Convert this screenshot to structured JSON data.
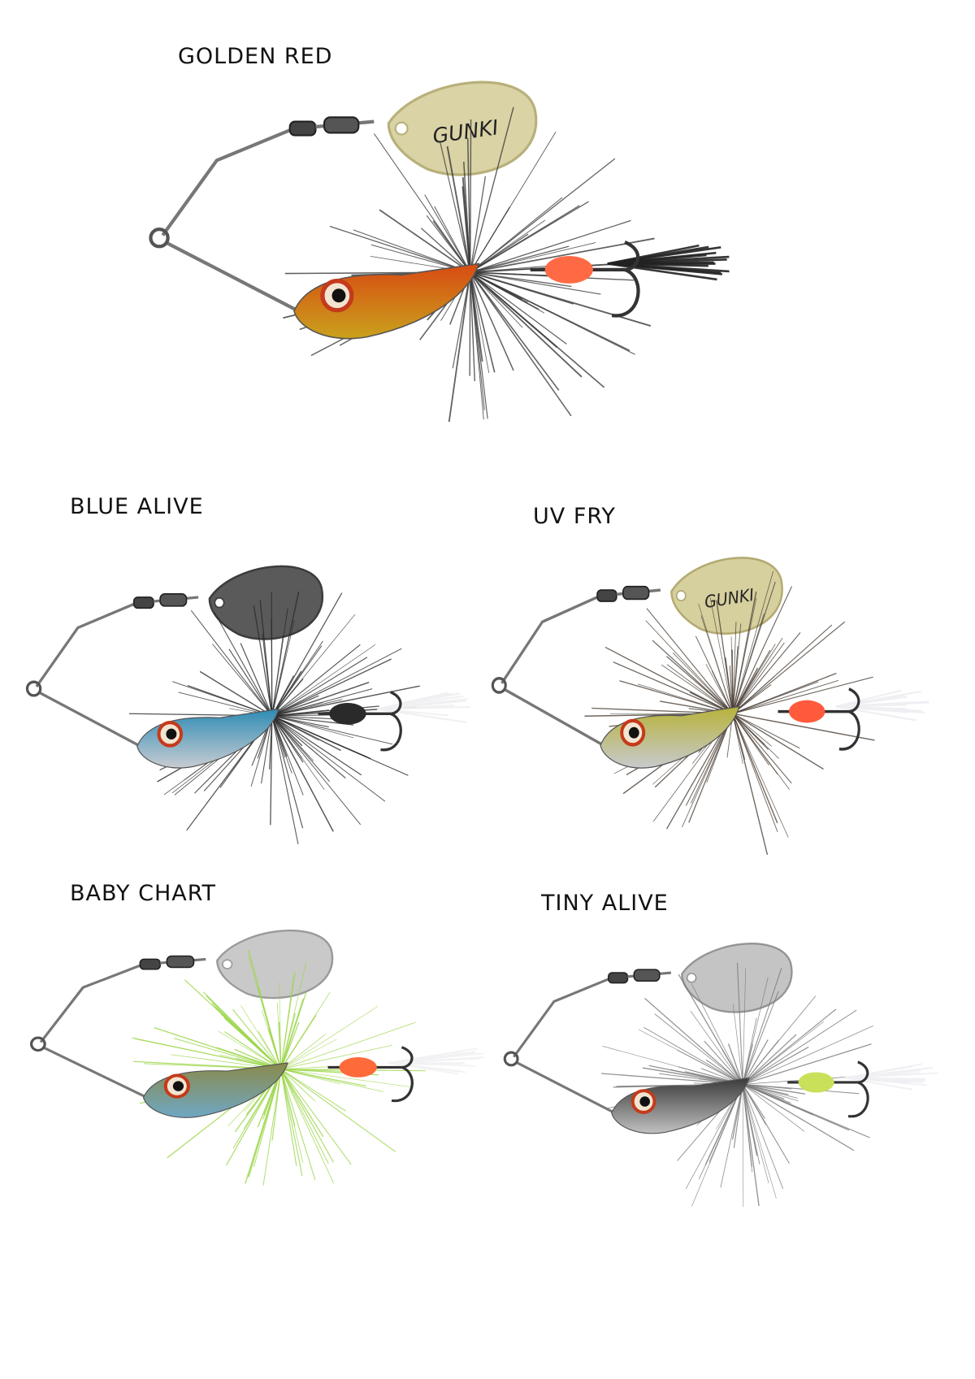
{
  "lures": [
    {
      "name": "GOLDEN RED",
      "logo": "GUNKI",
      "blade": "#d9d3a6",
      "blade_edge": "#b8b07a",
      "head_top": "#d84a12",
      "head_bottom": "#c9a21c",
      "fiber": "#3a3a3a",
      "chenille": "#ff6a45",
      "tail": "#222222"
    },
    {
      "name": "BLUE ALIVE",
      "logo": "",
      "blade": "#5a5a5a",
      "blade_edge": "#3c3c3c",
      "head_top": "#2e8bb5",
      "head_bottom": "#c8ccd2",
      "fiber": "#2a2a2a",
      "chenille": "#2a2a2a",
      "tail": "#f0f0f2"
    },
    {
      "name": "UV FRY",
      "logo": "GUNKI",
      "blade": "#d6cf9e",
      "blade_edge": "#b3aa72",
      "head_top": "#b8b23a",
      "head_bottom": "#c7cacd",
      "fiber": "#4a3f36",
      "chenille": "#ff5a3c",
      "tail": "#eeeef3"
    },
    {
      "name": "BABY CHART",
      "logo": "",
      "blade": "#c9c9c9",
      "blade_edge": "#9a9a9a",
      "head_top": "#8a8a4a",
      "head_bottom": "#6fa7c4",
      "fiber": "#9cd64a",
      "chenille": "#ff6a3a",
      "tail": "#f2f2f4"
    },
    {
      "name": "TINY ALIVE",
      "logo": "",
      "blade": "#c4c4c4",
      "blade_edge": "#949494",
      "head_top": "#3a3a3a",
      "head_bottom": "#c0c0c0",
      "fiber": "#7a7a7a",
      "chenille": "#c9e05a",
      "tail": "#f0f0f4"
    }
  ]
}
